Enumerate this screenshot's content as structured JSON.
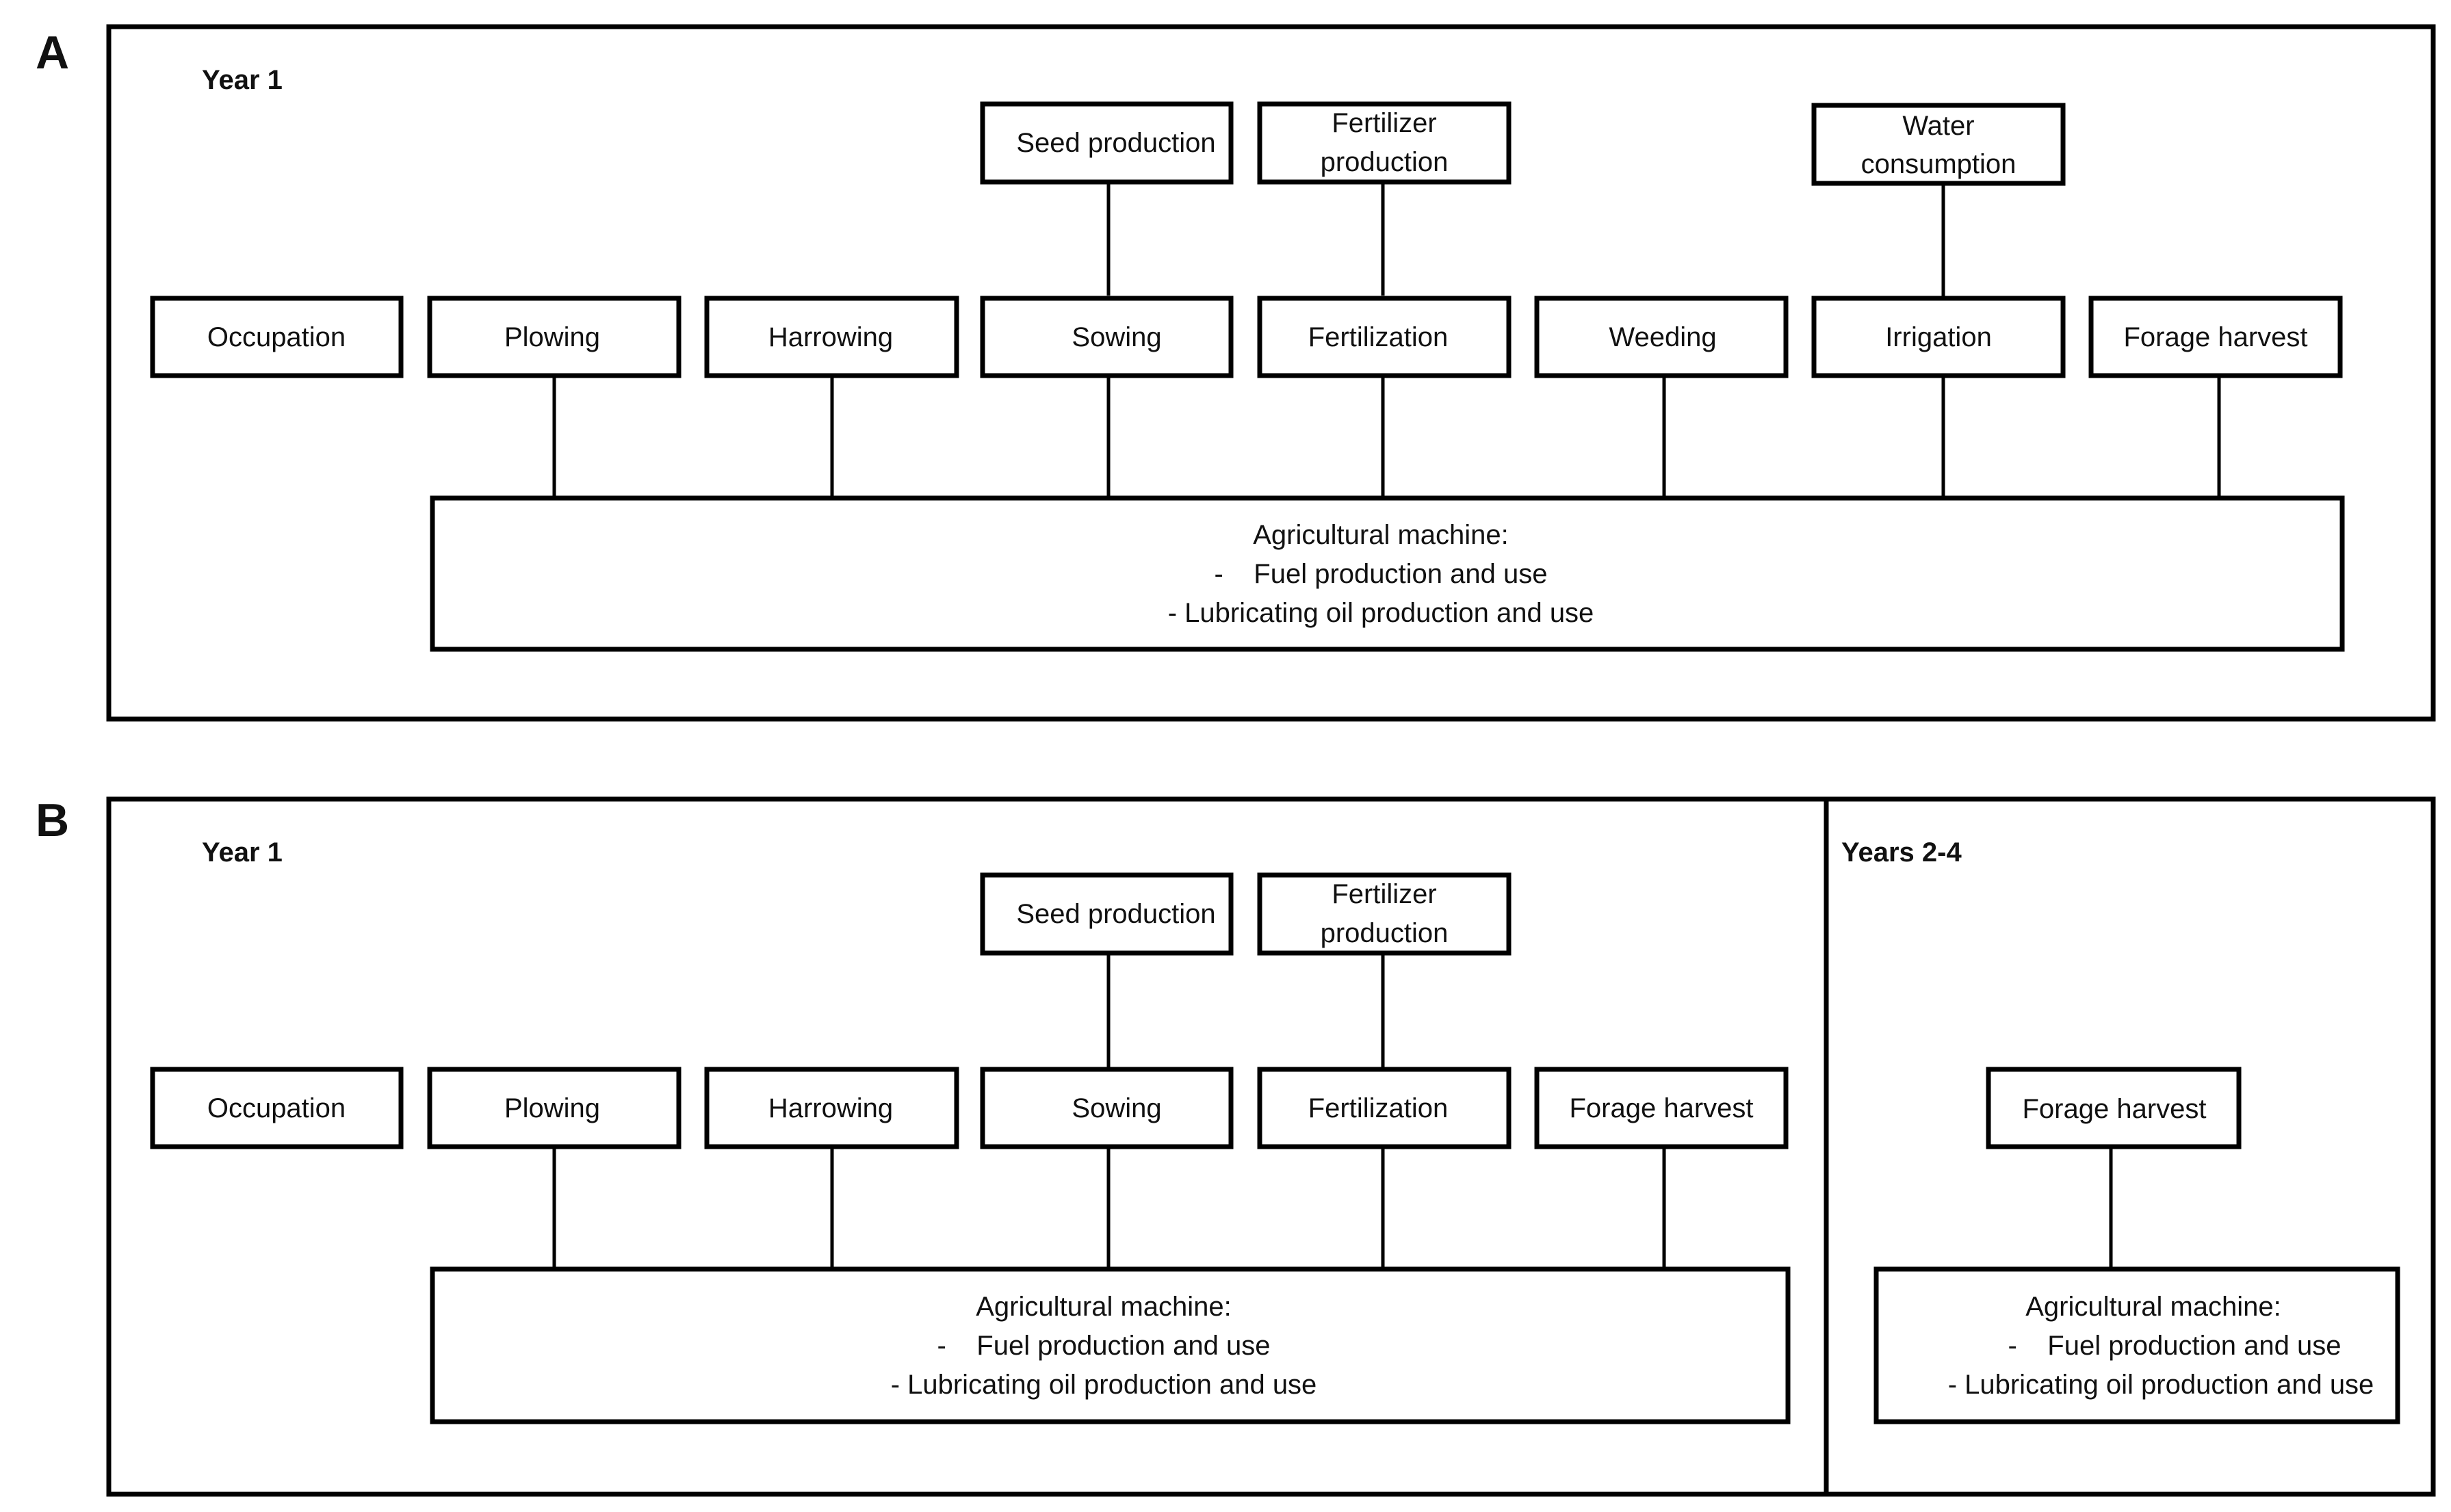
{
  "panel_a": {
    "letter": "A",
    "year": "Year 1",
    "steps": [
      "Occupation",
      "Plowing",
      "Harrowing",
      "Sowing",
      "Fertilization",
      "Weeding",
      "Irrigation",
      "Forage harvest"
    ],
    "inputs": {
      "seed": [
        "Seed production"
      ],
      "fertilizer": [
        "Fertilizer",
        "production"
      ],
      "water": [
        "Water",
        "consumption"
      ]
    },
    "machine": [
      "Agricultural machine:",
      "-    Fuel production and use",
      "- Lubricating oil production and use"
    ]
  },
  "panel_b": {
    "letter": "B",
    "year": "Year 1",
    "years_later": "Years 2-4",
    "steps": [
      "Occupation",
      "Plowing",
      "Harrowing",
      "Sowing",
      "Fertilization",
      "Forage harvest"
    ],
    "inputs": {
      "seed": [
        "Seed production"
      ],
      "fertilizer": [
        "Fertilizer",
        "production"
      ]
    },
    "machine": [
      "Agricultural machine:",
      "-    Fuel production and use",
      "- Lubricating oil production and use"
    ],
    "later_step": "Forage harvest",
    "later_machine": [
      "Agricultural machine:",
      "-    Fuel production and use",
      "- Lubricating oil production and use"
    ]
  }
}
